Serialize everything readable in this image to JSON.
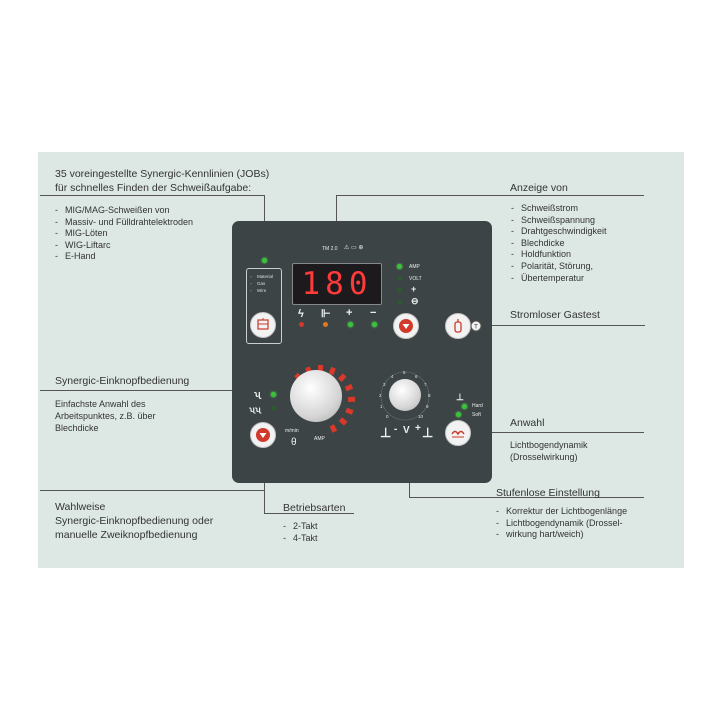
{
  "colors": {
    "background_area": "#dde8e4",
    "panel": "#3d4446",
    "display_digits": "#ff3a3a",
    "led_green": "#3ac23a",
    "button_arrow": "#d13a2a"
  },
  "callouts": {
    "jobs": {
      "line1": "35 voreingestellte Synergic-Kennlinien (JOBs)",
      "line2": "für schnelles Finden der Schweißaufgabe:",
      "items": [
        "MIG/MAG-Schweißen von",
        "Massiv- und Fülldrahtelektroden",
        "MIG-Löten",
        "WIG-Liftarc",
        "E-Hand"
      ]
    },
    "anzeige": {
      "title": "Anzeige von",
      "items": [
        "Schweißstrom",
        "Schweißspannung",
        "Drahtgeschwindigkeit",
        "Blechdicke",
        "Holdfunktion",
        "Polarität, Störung,",
        "Übertemperatur"
      ]
    },
    "gastest": {
      "title": "Stromloser Gastest"
    },
    "synergic": {
      "title": "Synergic-Einknopfbedienung",
      "line1": "Einfachste Anwahl des",
      "line2": "Arbeitspunktes, z.B. über",
      "line3": "Blechdicke"
    },
    "anwahl": {
      "title": "Anwahl",
      "line1": "Lichtbogendynamik",
      "line2": "(Drosselwirkung)"
    },
    "wahlweise": {
      "line1": "Wahlweise",
      "line2": "Synergic-Einknopfbedienung oder",
      "line3": "manuelle  Zweiknopfbedienung"
    },
    "betriebsarten": {
      "title": "Betriebsarten",
      "items": [
        "2-Takt",
        "4-Takt"
      ]
    },
    "stufenlose": {
      "title": "Stufenlose Einstellung",
      "items": [
        "Korrektur der Lichtbogenlänge",
        "Lichtbogendynamik (Drossel-",
        "wirkung hart/weich)"
      ]
    }
  },
  "panel": {
    "model": "TM 2.0",
    "display_value": "180",
    "material_labels": [
      "Material",
      "Gas",
      "Wire"
    ],
    "indicators": [
      "AMP",
      "VOLT",
      "+",
      "⊖"
    ],
    "polarity_plus": "+",
    "polarity_minus": "−",
    "knob_labels": {
      "mmin": "m/min",
      "amp": "AMP",
      "theta": "θ"
    },
    "v_label": "V",
    "minus": "-",
    "plus": "+",
    "hard": "Hard",
    "soft": "Soft",
    "scale_ticks": [
      "0",
      "1",
      "2",
      "3",
      "4",
      "5",
      "6",
      "7",
      "8",
      "9",
      "10"
    ]
  }
}
